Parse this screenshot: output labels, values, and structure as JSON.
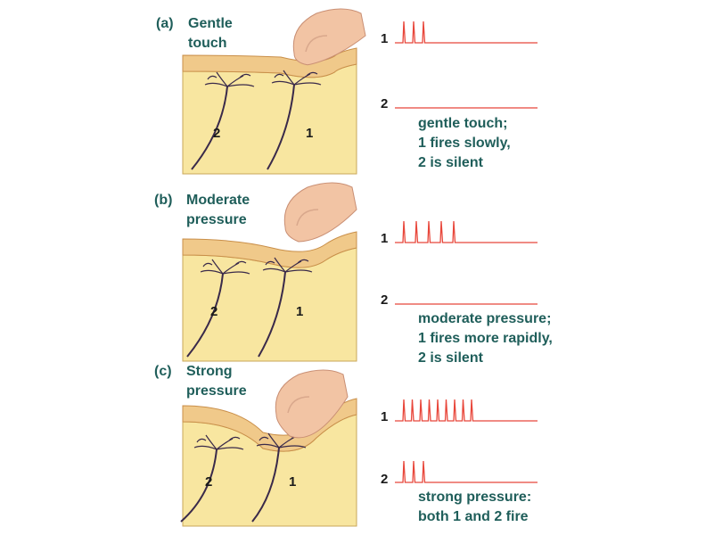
{
  "panels": [
    {
      "letter": "(a)",
      "title_lines": [
        "Gentle",
        "touch"
      ],
      "caption_lines": [
        "gentle touch;",
        "1 fires slowly,",
        "2 is silent"
      ],
      "neuron1_label": "1",
      "neuron2_label": "2",
      "trace1_spikes": 3,
      "trace2_spikes": 0
    },
    {
      "letter": "(b)",
      "title_lines": [
        "Moderate",
        "pressure"
      ],
      "caption_lines": [
        "moderate pressure;",
        "1 fires more rapidly,",
        "2 is silent"
      ],
      "neuron1_label": "1",
      "neuron2_label": "2",
      "trace1_spikes": 5,
      "trace2_spikes": 0
    },
    {
      "letter": "(c)",
      "title_lines": [
        "Strong",
        "pressure"
      ],
      "caption_lines": [
        "strong pressure:",
        "both 1 and 2 fire"
      ],
      "neuron1_label": "1",
      "neuron2_label": "2",
      "trace1_spikes": 9,
      "trace2_spikes": 3
    }
  ],
  "trace_labels": [
    "1",
    "2"
  ],
  "colors": {
    "text": "#1f5e5a",
    "trace": "#e8463a",
    "skin_top": "#f0c98a",
    "tissue": "#f8e6a0",
    "nerve": "#3a2a4a",
    "finger": "#f2c4a4"
  }
}
